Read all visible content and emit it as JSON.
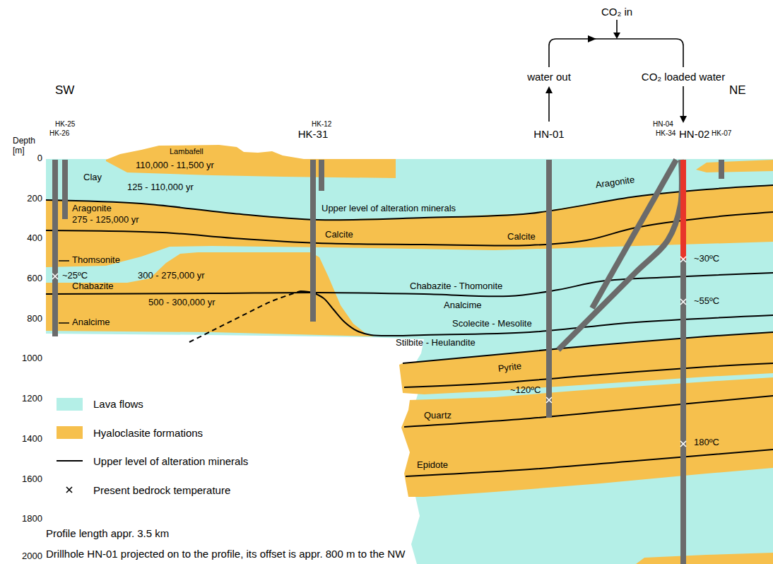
{
  "diagram": {
    "labels": [
      "CO₂ in",
      "water out",
      "CO₂ loaded water",
      "SW",
      "NE",
      "HK-25",
      "HK-12",
      "HN-04",
      "HK-26",
      "HK-31",
      "HN-01",
      "HK-34",
      "HN-02",
      "HK-07",
      "Depth [m]",
      "Lambafell",
      "0",
      "200",
      "400",
      "600",
      "800",
      "1000",
      "1200",
      "1400",
      "1600",
      "1800",
      "2000",
      "110,000 - 11,500 yr",
      "Clay",
      "Aragonite",
      "125 - 110,000 yr",
      "Aragonite",
      "Upper level of alteration minerals",
      "275 - 125,000 yr",
      "Calcite",
      "Calcite",
      "~30ºC",
      "Thomsonite",
      "~25ºC",
      "300 - 275,000 yr",
      "Chabazite - Thomonite",
      "Chabazite",
      "500 - 300,000 yr",
      "~55ºC",
      "Analcime",
      "Analcime",
      "Scolecite - Mesolite",
      "Stilbite - Heulandite",
      "Pyrite",
      "~120ºC",
      "Quartz",
      "180ºC",
      "Epidote",
      "Profile length appr. 3.5 km",
      "Drillhole HN-01 projected on to the profile, its offset is appr. 800 m to the NW"
    ],
    "legend": [
      {
        "text": "Lava flows",
        "color": "#b4efe7"
      },
      {
        "text": "Hyaloclasite formations",
        "color": "#f6c04d"
      },
      {
        "text": "Upper level of alteration minerals"
      },
      {
        "text": "Present bedrock temperature"
      }
    ]
  }
}
